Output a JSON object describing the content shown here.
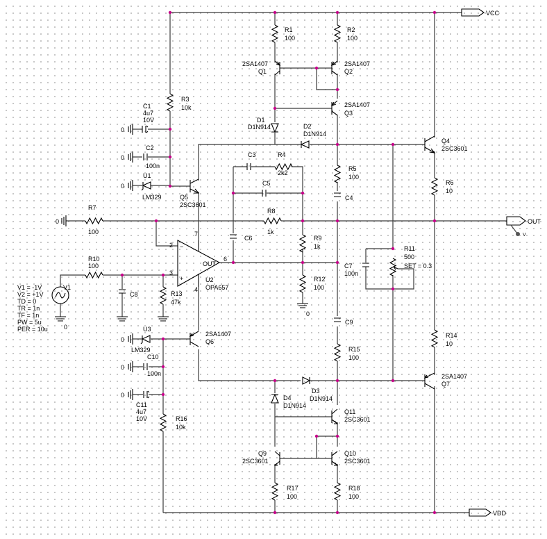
{
  "nets": {
    "vcc": "VCC",
    "vdd": "VDD",
    "out": "OUT",
    "zero": "0",
    "probe": "V"
  },
  "parts": {
    "R1": {
      "ref": "R1",
      "val": "100"
    },
    "R2": {
      "ref": "R2",
      "val": "100"
    },
    "R3": {
      "ref": "R3",
      "val": "10k"
    },
    "R4": {
      "ref": "R4",
      "val": "2k2"
    },
    "R5": {
      "ref": "R5",
      "val": "100"
    },
    "R6": {
      "ref": "R6",
      "val": "10"
    },
    "R7": {
      "ref": "R7",
      "val": "100"
    },
    "R8": {
      "ref": "R8",
      "val": "1k"
    },
    "R9": {
      "ref": "R9",
      "val": "1k"
    },
    "R10": {
      "ref": "R10",
      "val": "100"
    },
    "R11": {
      "ref": "R11",
      "val": "500",
      "set": "SET = 0.3"
    },
    "R12": {
      "ref": "R12",
      "val": "100"
    },
    "R13": {
      "ref": "R13",
      "val": "47k"
    },
    "R14": {
      "ref": "R14",
      "val": "10"
    },
    "R15": {
      "ref": "R15",
      "val": "100"
    },
    "R16": {
      "ref": "R16",
      "val": "10k"
    },
    "R17": {
      "ref": "R17",
      "val": "100"
    },
    "R18": {
      "ref": "R18",
      "val": "100"
    },
    "C1": {
      "ref": "C1",
      "val": "4u7",
      "volt": "10V"
    },
    "C2": {
      "ref": "C2",
      "val": "100n"
    },
    "C3": {
      "ref": "C3"
    },
    "C4": {
      "ref": "C4"
    },
    "C5": {
      "ref": "C5"
    },
    "C6": {
      "ref": "C6"
    },
    "C7": {
      "ref": "C7",
      "val": "100n"
    },
    "C8": {
      "ref": "C8"
    },
    "C9": {
      "ref": "C9"
    },
    "C10": {
      "ref": "C10",
      "val": "100n"
    },
    "C11": {
      "ref": "C11",
      "val": "4u7",
      "volt": "10V"
    },
    "Q1": {
      "ref": "Q1",
      "val": "2SA1407"
    },
    "Q2": {
      "ref": "Q2",
      "val": "2SA1407"
    },
    "Q3": {
      "ref": "Q3",
      "val": "2SA1407"
    },
    "Q4": {
      "ref": "Q4",
      "val": "2SC3601"
    },
    "Q5": {
      "ref": "Q5",
      "val": "2SC3601"
    },
    "Q6": {
      "ref": "Q6",
      "val": "2SA1407"
    },
    "Q7": {
      "ref": "Q7",
      "val": "2SA1407"
    },
    "Q9": {
      "ref": "Q9",
      "val": "2SC3601"
    },
    "Q10": {
      "ref": "Q10",
      "val": "2SC3601"
    },
    "Q11": {
      "ref": "Q11",
      "val": "2SC3601"
    },
    "D1": {
      "ref": "D1",
      "val": "D1N914"
    },
    "D2": {
      "ref": "D2",
      "val": "D1N914"
    },
    "D3": {
      "ref": "D3",
      "val": "D1N914"
    },
    "D4": {
      "ref": "D4",
      "val": "D1N914"
    },
    "U1": {
      "ref": "U1",
      "val": "LM329"
    },
    "U2": {
      "ref": "U2",
      "val": "OPA657",
      "out": "OUT"
    },
    "U3": {
      "ref": "U3",
      "val": "LM329"
    },
    "V1": {
      "ref": "V1",
      "params": [
        "V1 = -1V",
        "V2 = +1V",
        "TD = 0",
        "TR = 1n",
        "TF = 1n",
        "PW = 5u",
        "PER = 10u"
      ]
    }
  },
  "pins": {
    "p2": "2",
    "p3": "3",
    "p4": "4",
    "p6": "6",
    "p7": "7"
  },
  "colors": {
    "wire": "#3a3a3a",
    "junction": "#c7008a",
    "grid": "#b4b4b4"
  }
}
